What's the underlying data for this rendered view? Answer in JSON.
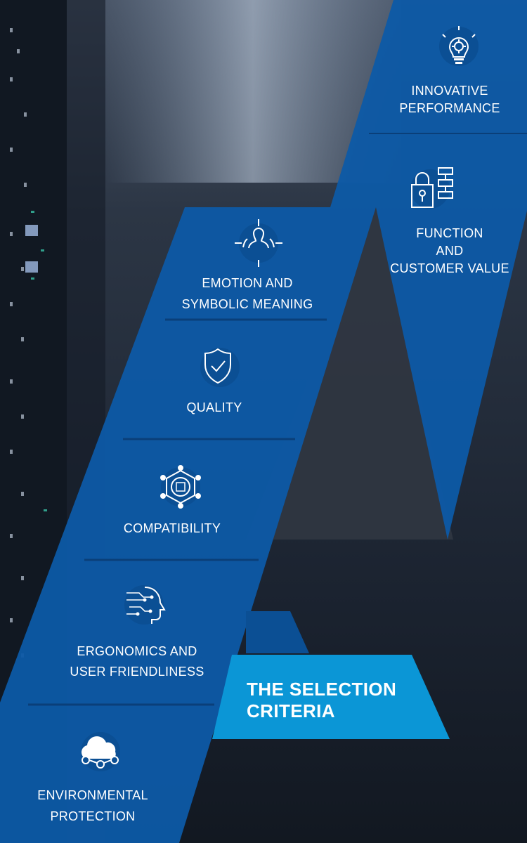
{
  "title": {
    "line1": "THE SELECTION",
    "line2": "CRITERIA"
  },
  "criteria": [
    {
      "icon": "lightbulb-gear-icon",
      "lines": [
        "INNOVATIVE",
        "PERFORMANCE"
      ]
    },
    {
      "icon": "lock-flowchart-icon",
      "lines": [
        "FUNCTION",
        "AND",
        "CUSTOMER VALUE"
      ]
    },
    {
      "icon": "people-target-icon",
      "lines": [
        "EMOTION AND",
        "SYMBOLIC MEANING"
      ]
    },
    {
      "icon": "shield-check-icon",
      "lines": [
        "QUALITY"
      ]
    },
    {
      "icon": "network-chip-icon",
      "lines": [
        "COMPATIBILITY"
      ]
    },
    {
      "icon": "ai-head-icon",
      "lines": [
        "ERGONOMICS AND",
        "USER FRIENDLINESS"
      ]
    },
    {
      "icon": "cloud-network-icon",
      "lines": [
        "ENVIRONMENTAL",
        "PROTECTION"
      ]
    }
  ],
  "colors": {
    "primary_blue": "#0d5aa7",
    "dark_blue": "#0b4f94",
    "accent_blue": "#0b96d6",
    "dark_triangle": "#303641"
  }
}
